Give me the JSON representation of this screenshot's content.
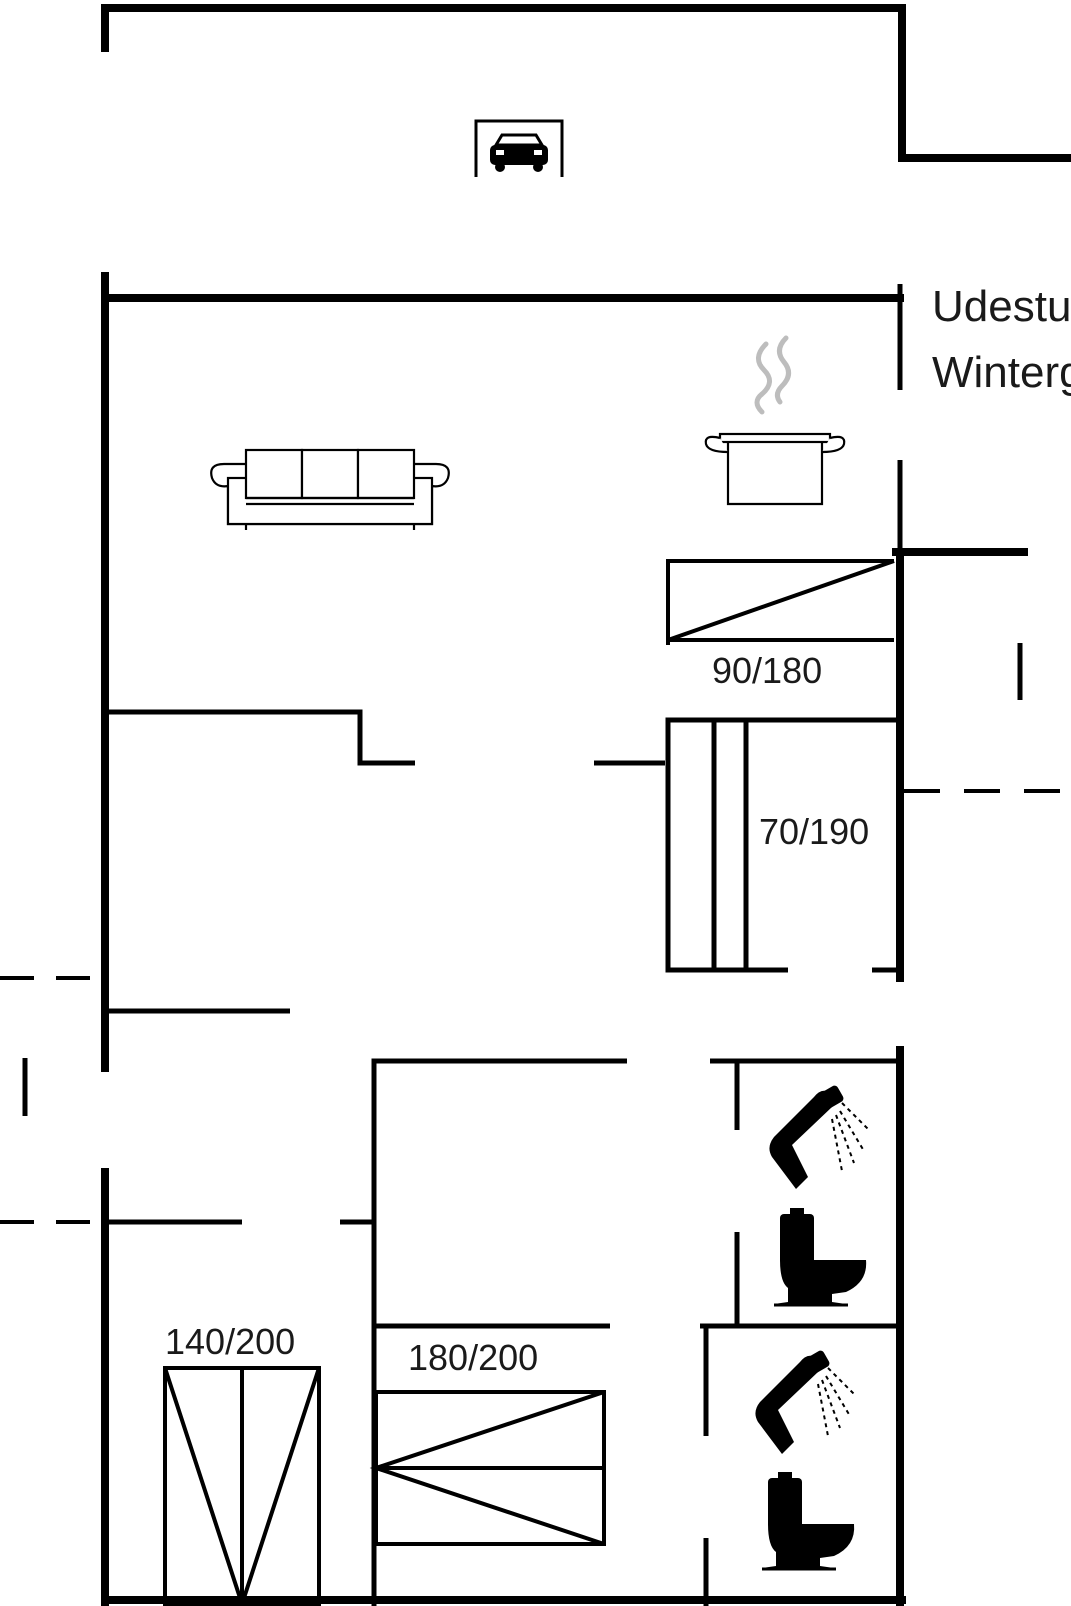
{
  "rooms": {
    "winter_garden_line1": "Udestu",
    "winter_garden_line2": "Winterg"
  },
  "beds": {
    "bed_a": "90/180",
    "bed_b": "70/190",
    "bed_c": "140/200",
    "bed_d": "180/200"
  },
  "icons": {
    "carport": "car-icon",
    "living": "sofa-icon",
    "kitchen": "cooking-pot-icon",
    "bath": [
      "shower-icon",
      "toilet-icon"
    ]
  }
}
